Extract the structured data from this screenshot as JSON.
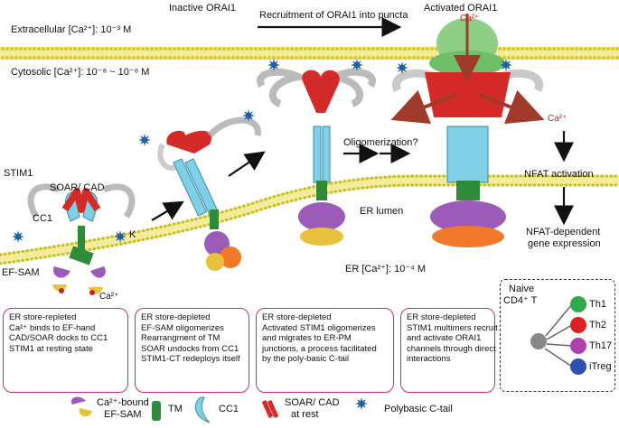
{
  "top_labels": {
    "inactive_orai1": "Inactive ORAI1",
    "recruitment": "Recruitment of ORAI1 into puncta",
    "activated_orai1": "Activated ORAI1",
    "ca_top": "Ca²⁺",
    "extracellular": "Extracellular [Ca²⁺]: 10⁻³ M",
    "cytosolic": "Cytosolic [Ca²⁺]: 10⁻⁸ ~ 10⁻⁶ M"
  },
  "left_labels": {
    "stim1": "STIM1",
    "soar_cad": "SOAR/ CAD",
    "cc1": "CC1",
    "k": "K",
    "ef_sam": "EF-SAM",
    "ca_left": "Ca²⁺"
  },
  "middle_labels": {
    "oligomerization": "Oligomerization?",
    "er_lumen": "ER lumen",
    "er_ca": "ER [Ca²⁺]: 10⁻⁴ M"
  },
  "right_flow": {
    "ca_right": "Ca²⁺",
    "nfat_activation": "NFAT activation",
    "nfat_expression_1": "NFAT-dependent",
    "nfat_expression_2": "gene expression"
  },
  "stages": [
    {
      "lines": [
        "ER store-repleted",
        "Ca²⁺ binds to EF-hand",
        "CAD/SOAR docks to CC1",
        "STIM1 at resting state"
      ]
    },
    {
      "lines": [
        "ER store-depleted",
        "EF-SAM oligomerizes",
        "Rearrangment of TM",
        "SOAR undocks from CC1",
        "STIM1-CT redeploys itself"
      ]
    },
    {
      "lines": [
        "ER store-depleted",
        "Activated STIM1 oligomerizes",
        "and migrates to ER-PM",
        "junctions, a process facilitated",
        "by the poly-basic C-tail"
      ]
    },
    {
      "lines": [
        "ER store-depleted",
        "STIM1 multimers recruit",
        "and activate ORAI1",
        "channels through direct",
        "interactions"
      ]
    }
  ],
  "tcells": {
    "naive_1": "Naive",
    "naive_2": "CD4⁺ T",
    "subsets": [
      {
        "label": "Th1",
        "color": "#2fa84a"
      },
      {
        "label": "Th2",
        "color": "#e02020"
      },
      {
        "label": "Th17",
        "color": "#b040b0"
      },
      {
        "label": "iTreg",
        "color": "#3050b0"
      }
    ]
  },
  "legend": {
    "ef_sam_1": "Ca²⁺-bound",
    "ef_sam_2": "EF-SAM",
    "tm": "TM",
    "cc1": "CC1",
    "soar_1": "SOAR/ CAD",
    "soar_2": "at rest",
    "polybasic": "Polybasic C-tail"
  },
  "colors": {
    "membrane": "#e6dc3a",
    "stim_red": "#d42a2a",
    "tm_green": "#2e8b3a",
    "cc1_blue": "#7fd0e6",
    "orai_green": "#8ecf86",
    "box_border": "#c0307a",
    "polybasic_star": "#1f5fa8"
  }
}
